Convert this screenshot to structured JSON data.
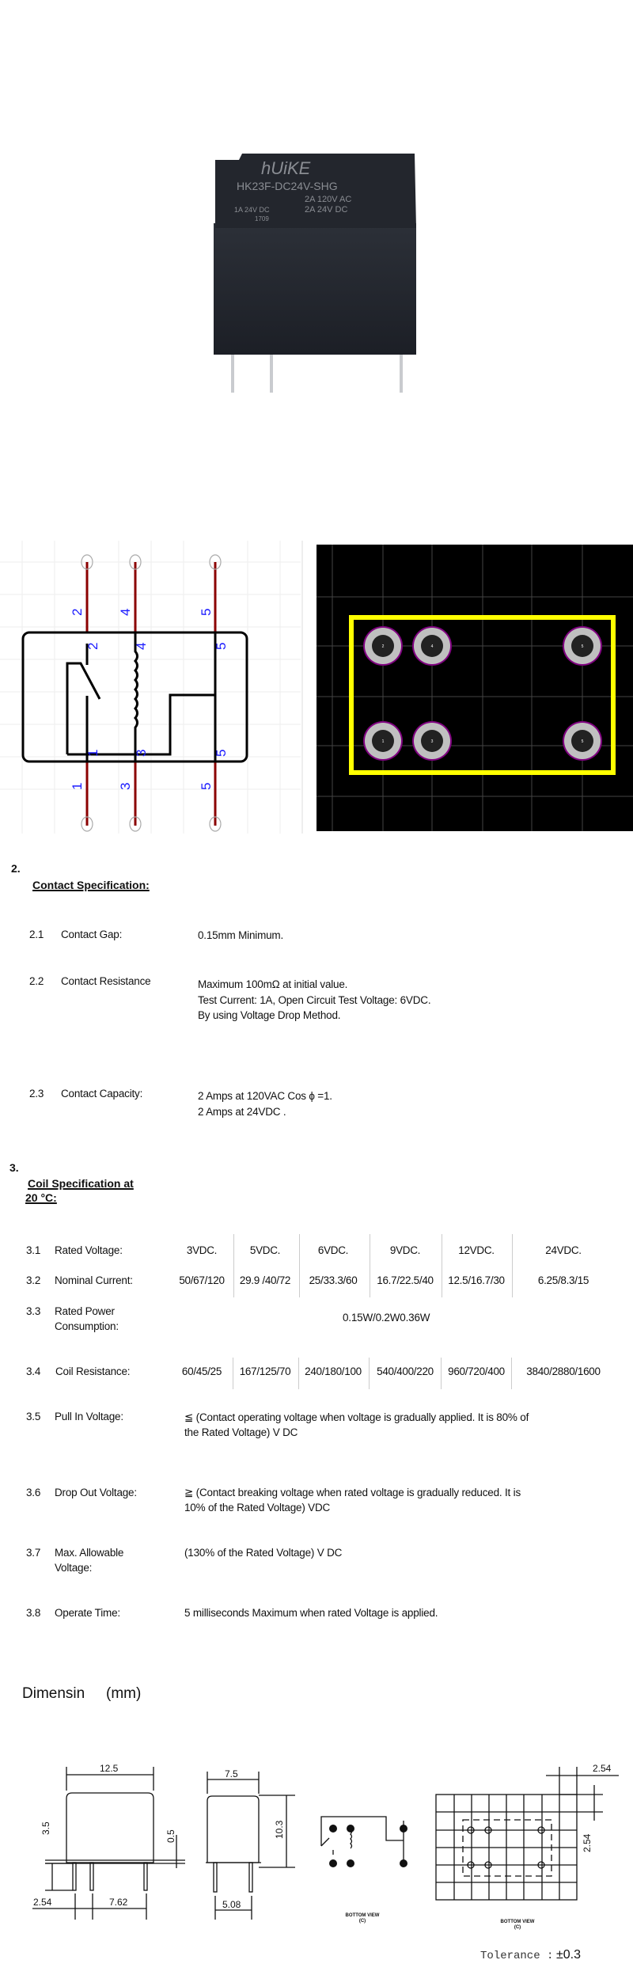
{
  "photo": {
    "brand": "hUiKE",
    "model": "HK23F-DC24V-SHG",
    "rating_ac": "2A 120V AC",
    "rating_dc": "2A 24V  DC",
    "rating_ul": "1A 24V DC",
    "date_code": "1709"
  },
  "schematic": {
    "pin_labels_top": [
      "2",
      "4",
      "5"
    ],
    "pin_labels_inner_top": [
      "2",
      "4",
      "5"
    ],
    "pin_labels_inner_bottom": [
      "1",
      "3",
      "5"
    ],
    "pin_labels_bottom": [
      "1",
      "3",
      "5"
    ]
  },
  "pcb": {
    "pads": [
      "2",
      "4",
      "5",
      "1",
      "3",
      "5"
    ],
    "outline_color": "#ffff00",
    "pad_ring_color": "#800080"
  },
  "contact": {
    "number": "2.",
    "title": "Contact Specification:",
    "items": [
      {
        "num": "2.1",
        "label": "Contact Gap:",
        "lines": [
          "0.15mm Minimum."
        ]
      },
      {
        "num": "2.2",
        "label": "Contact Resistance",
        "lines": [
          "Maximum 100mΩ at initial value.",
          "Test Current: 1A, Open Circuit Test Voltage: 6VDC.",
          "By using Voltage Drop Method."
        ]
      },
      {
        "num": "2.3",
        "label": "Contact Capacity:",
        "lines": [
          "2 Amps at 120VAC Cos ϕ =1.",
          "2 Amps at 24VDC ."
        ]
      }
    ]
  },
  "coil": {
    "number": "3.",
    "title_line1": "Coil Specification at",
    "title_line2": "20 °C:",
    "rated_voltage": {
      "num": "3.1",
      "label": "Rated Voltage:",
      "values": [
        "3VDC.",
        "5VDC.",
        "6VDC.",
        "9VDC.",
        "12VDC.",
        "24VDC."
      ]
    },
    "nominal_current": {
      "num": "3.2",
      "label": "Nominal Current:",
      "values": [
        "50/67/120",
        "29.9 /40/72",
        "25/33.3/60",
        "16.7/22.5/40",
        "12.5/16.7/30",
        "6.25/8.3/15"
      ]
    },
    "power": {
      "num": "3.3",
      "label1": "Rated Power",
      "label2": "Consumption:",
      "value": "0.15W/0.2W0.36W"
    },
    "resistance": {
      "num": "3.4",
      "label": "Coil Resistance:",
      "values": [
        "60/45/25",
        "167/125/70",
        "240/180/100",
        "540/400/220",
        "960/720/400",
        "3840/2880/1600"
      ]
    },
    "pull_in": {
      "num": "3.5",
      "label": "Pull In Voltage:",
      "line1": "≦   (Contact operating voltage when voltage is gradually applied.    It is 80% of",
      "line2": "the Rated Voltage) V DC"
    },
    "drop_out": {
      "num": "3.6",
      "label": "Drop Out Voltage:",
      "line1": "≧ (Contact breaking voltage when rated voltage is gradually reduced.    It is",
      "line2": "10% of the Rated Voltage) VDC"
    },
    "max_voltage": {
      "num": "3.7",
      "label1": "Max. Allowable",
      "label2": "Voltage:",
      "value": "(130% of the Rated Voltage) V DC"
    },
    "operate_time": {
      "num": "3.8",
      "label": "Operate Time:",
      "value": "5 milliseconds Maximum when rated Voltage is applied."
    }
  },
  "dimension": {
    "title": "Dimensin",
    "unit": "(mm)",
    "front_width": "12.5",
    "front_pin_len": "3.5",
    "standoff": "0.5",
    "pin_offset": "2.54",
    "pin_span": "7.62",
    "side_width": "7.5",
    "height": "10.3",
    "side_pin_span": "5.08",
    "bottom_view": "BOTTOM VIEW",
    "bottom_view_sub": "(C)",
    "grid_pitch_h": "2.54",
    "grid_pitch_v": "2.54",
    "tolerance_label": "Tolerance :",
    "tolerance_value": "±0.3"
  }
}
